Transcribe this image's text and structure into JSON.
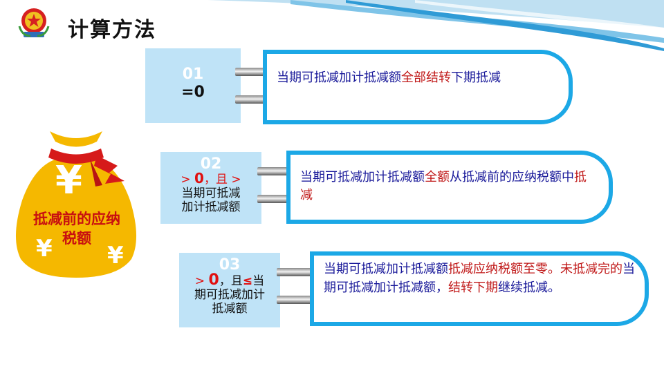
{
  "header": {
    "title": "计算方法"
  },
  "moneybag": {
    "line1": "抵减前的应纳",
    "line2": "税额",
    "yuan": "¥"
  },
  "cases": [
    {
      "num": "01",
      "condition": "=0",
      "text": [
        "当期可抵减加计抵减额",
        "全部结转",
        "下期抵减"
      ]
    },
    {
      "num": "02",
      "condition_parts": [
        "> ",
        "0",
        "，且 >",
        "当期可抵减",
        "加计抵减额"
      ],
      "text": [
        "当期可抵减加计抵减额",
        "全额",
        "从抵减前的应纳税额中",
        "抵减"
      ]
    },
    {
      "num": "03",
      "condition_parts": [
        "> ",
        "0",
        "，且",
        "≤",
        "当",
        "期可抵减加计",
        "抵减额"
      ],
      "text": [
        "当期可抵减加计抵减额",
        "抵减应纳税额至零。未抵减完的",
        "当期可抵减加计抵减额，",
        "结转下期",
        "继续抵减。"
      ]
    }
  ],
  "colors": {
    "accent": "#1ca8e6",
    "label_bg": "#bfe3f7",
    "highlight": "#c01818",
    "body_text": "#1a1a9a",
    "bag": "#f5b800"
  }
}
